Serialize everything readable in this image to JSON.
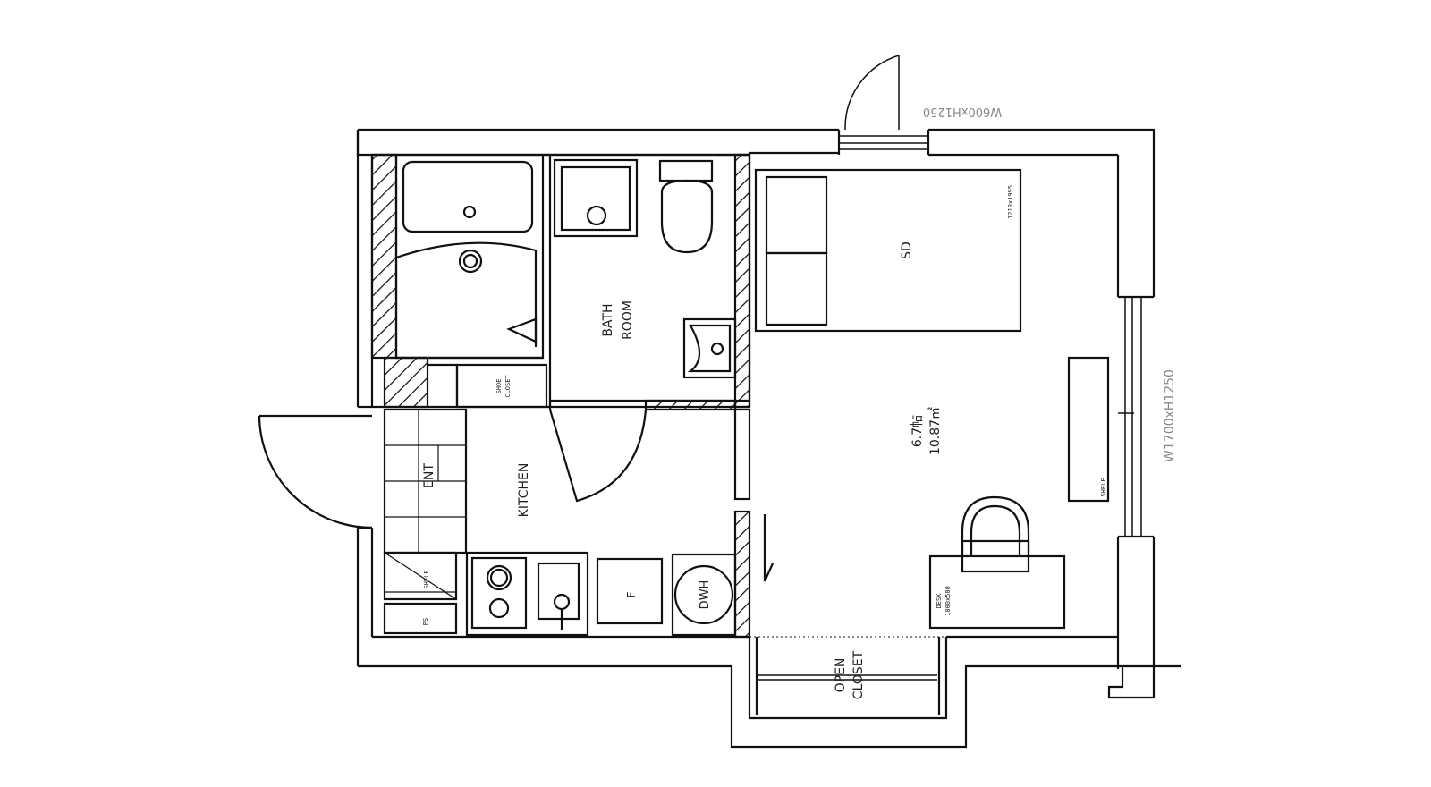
{
  "labels": {
    "bathroom_line1": "BATH",
    "bathroom_line2": "ROOM",
    "kitchen": "KITCHEN",
    "entrance": "ENT",
    "shoe_closet_line1": "SHOE",
    "shoe_closet_line2": "CLOSET",
    "shelf_entrance": "SHELF",
    "ps": "PS",
    "fridge": "F",
    "water_heater": "DWH",
    "bed": "SD",
    "bed_size": "1210x1995",
    "room_area_tatami": "6.7帖",
    "room_area_sqm": "10.87㎡",
    "shelf_room": "SHELF",
    "desk_line1": "DESK",
    "desk_line2": "1000x500",
    "open_closet_line1": "OPEN",
    "open_closet_line2": "CLOSET",
    "window_top": "W600xH1250",
    "window_right": "W1700xH1250"
  },
  "colors": {
    "line": "#111111",
    "dim_text": "#888888"
  }
}
